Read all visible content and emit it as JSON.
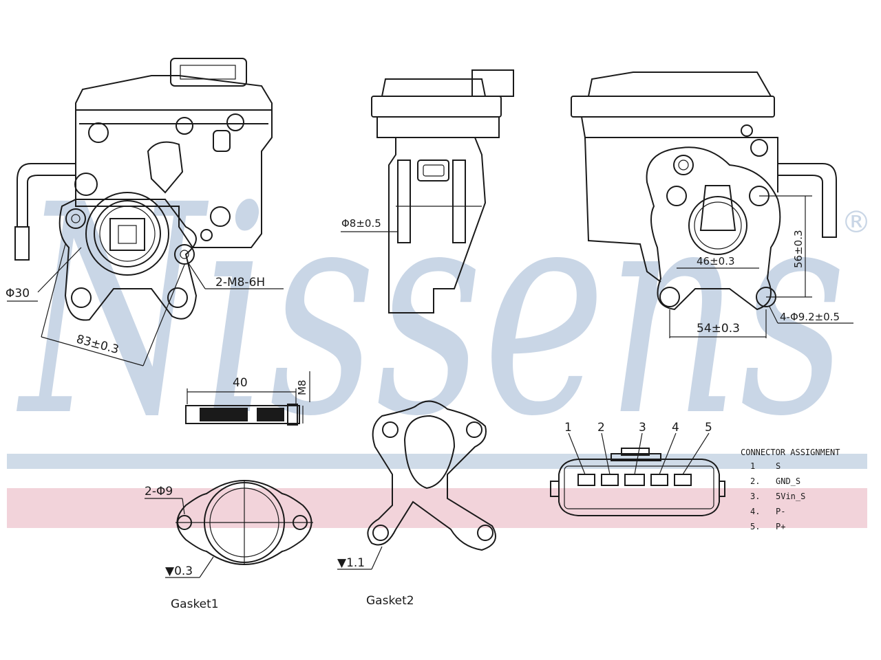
{
  "watermark": {
    "text": "Nissens",
    "registered": "®",
    "colors": {
      "text": "#c9d6e6",
      "band_blue": "#cfdbe8",
      "band_pink": "#f2d3da"
    }
  },
  "views": {
    "front": {
      "dims": {
        "bore": "Φ30",
        "thread": "2-M8-6H",
        "pitch": "83±0.3"
      }
    },
    "side": {
      "dims": {
        "pin": "Φ8±0.5"
      }
    },
    "rear": {
      "dims": {
        "v_pitch": "56±0.3",
        "h_inner": "46±0.3",
        "h_pitch": "54±0.3",
        "holes": "4-Φ9.2±0.5"
      }
    },
    "bolt": {
      "dims": {
        "length": "40",
        "thread": "M8"
      }
    }
  },
  "gaskets": [
    {
      "name": "Gasket1",
      "hole_dim": "2-Φ9",
      "thickness": "▼0.3"
    },
    {
      "name": "Gasket2",
      "thickness": "▼1.1"
    }
  ],
  "connector": {
    "pin_numbers": [
      "1",
      "2",
      "3",
      "4",
      "5"
    ],
    "title": "CONNECTOR ASSIGNMENT",
    "assignments": [
      {
        "num": "1",
        "signal": "S"
      },
      {
        "num": "2.",
        "signal": "GND_S"
      },
      {
        "num": "3.",
        "signal": "5Vin_S"
      },
      {
        "num": "4.",
        "signal": "P-"
      },
      {
        "num": "5.",
        "signal": "P+"
      }
    ]
  }
}
